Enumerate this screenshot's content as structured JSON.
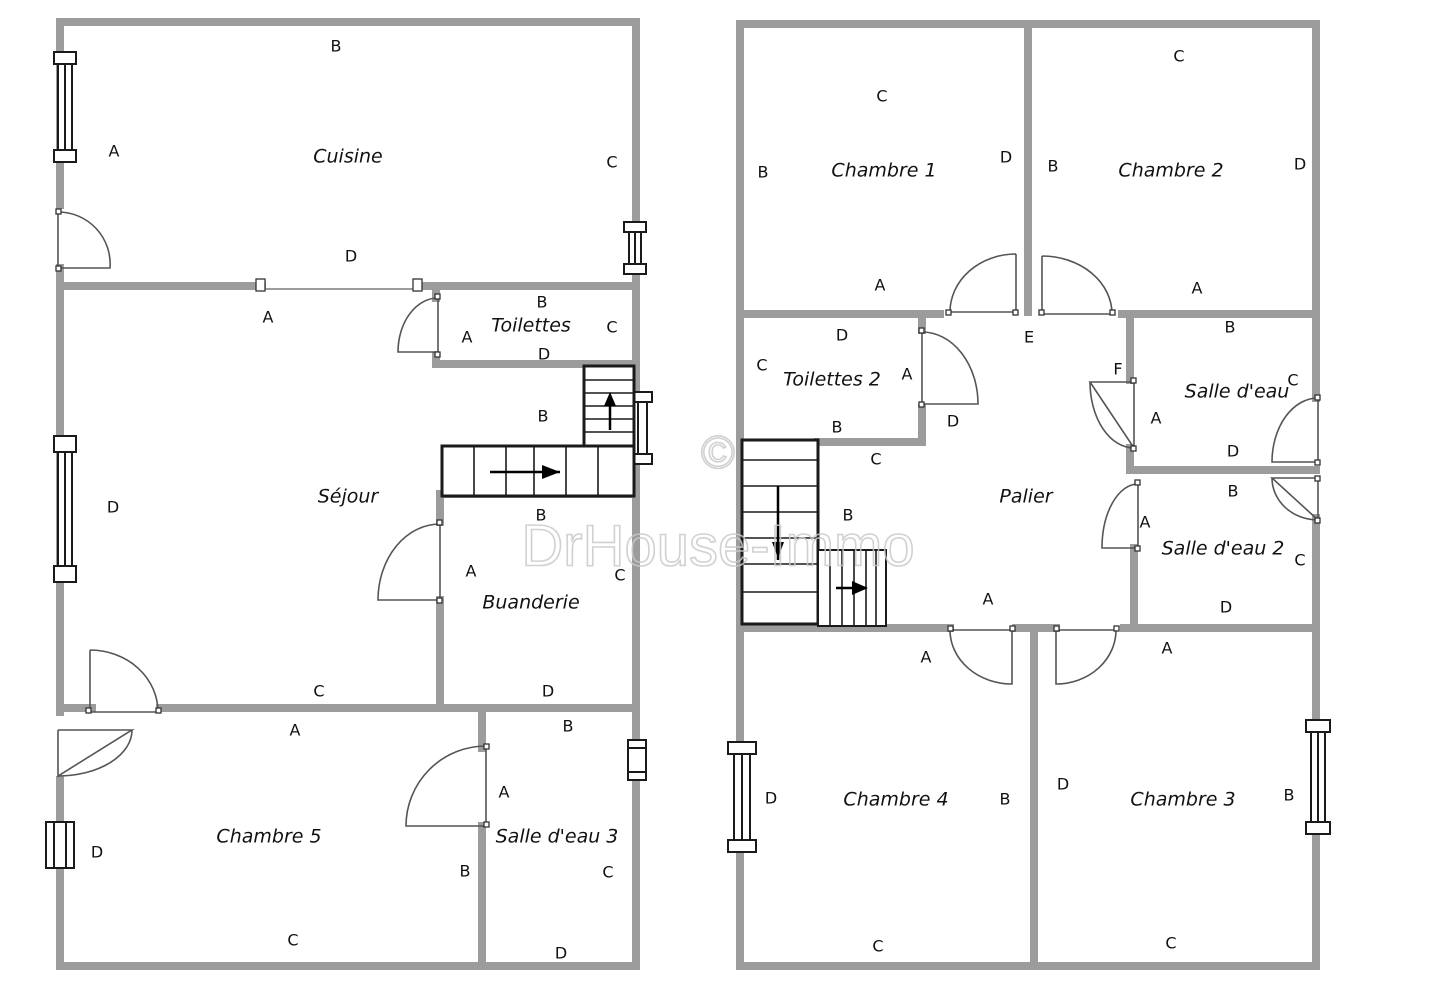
{
  "plan": {
    "rooms": {
      "cuisine": "Cuisine",
      "toilettes": "Toilettes",
      "sejour": "Séjour",
      "buanderie": "Buanderie",
      "chambre5": "Chambre 5",
      "salle_eau3": "Salle d'eau 3",
      "chambre1": "Chambre 1",
      "chambre2": "Chambre 2",
      "toilettes2": "Toilettes 2",
      "salle_eau": "Salle d'eau",
      "palier": "Palier",
      "salle_eau2": "Salle d'eau 2",
      "chambre4": "Chambre 4",
      "chambre3": "Chambre 3"
    },
    "letters": [
      "A",
      "B",
      "C",
      "D",
      "E",
      "F"
    ],
    "watermark": {
      "copyright": "©",
      "brand": "DrHouse-Immo"
    }
  }
}
